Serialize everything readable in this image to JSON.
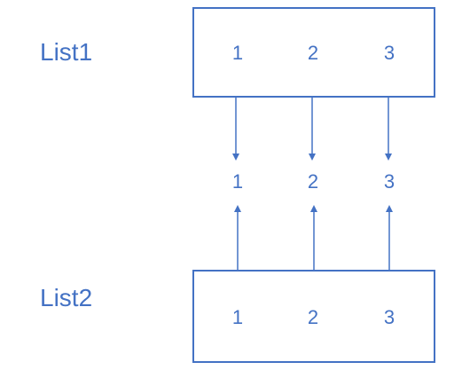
{
  "colors": {
    "stroke": "#4472C4",
    "text": "#4472C4",
    "background": "#ffffff"
  },
  "list1": {
    "label": "List1",
    "items": [
      "1",
      "2",
      "3"
    ]
  },
  "list2": {
    "label": "List2",
    "items": [
      "1",
      "2",
      "3"
    ]
  },
  "result": {
    "items": [
      "1",
      "2",
      "3"
    ]
  }
}
